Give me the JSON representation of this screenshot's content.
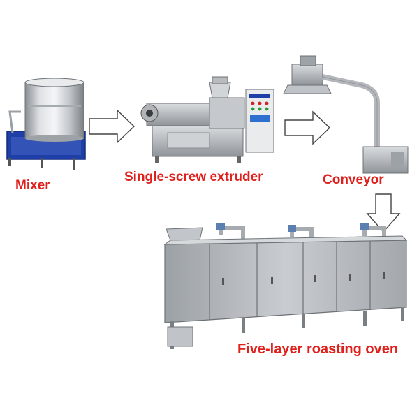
{
  "labels": {
    "mixer": "Mixer",
    "extruder": "Single-screw extruder",
    "conveyor": "Conveyor",
    "oven": "Five-layer roasting oven"
  },
  "colors": {
    "label": "#e0201c",
    "steel": "#b8bcc0",
    "steel_dark": "#7d8286",
    "mixer_base": "#1f3fa8",
    "arrow_stroke": "#444444"
  },
  "icons": {
    "mixer": "mixer-machine-icon",
    "extruder": "extruder-machine-icon",
    "conveyor": "conveyor-machine-icon",
    "oven": "oven-machine-icon"
  }
}
